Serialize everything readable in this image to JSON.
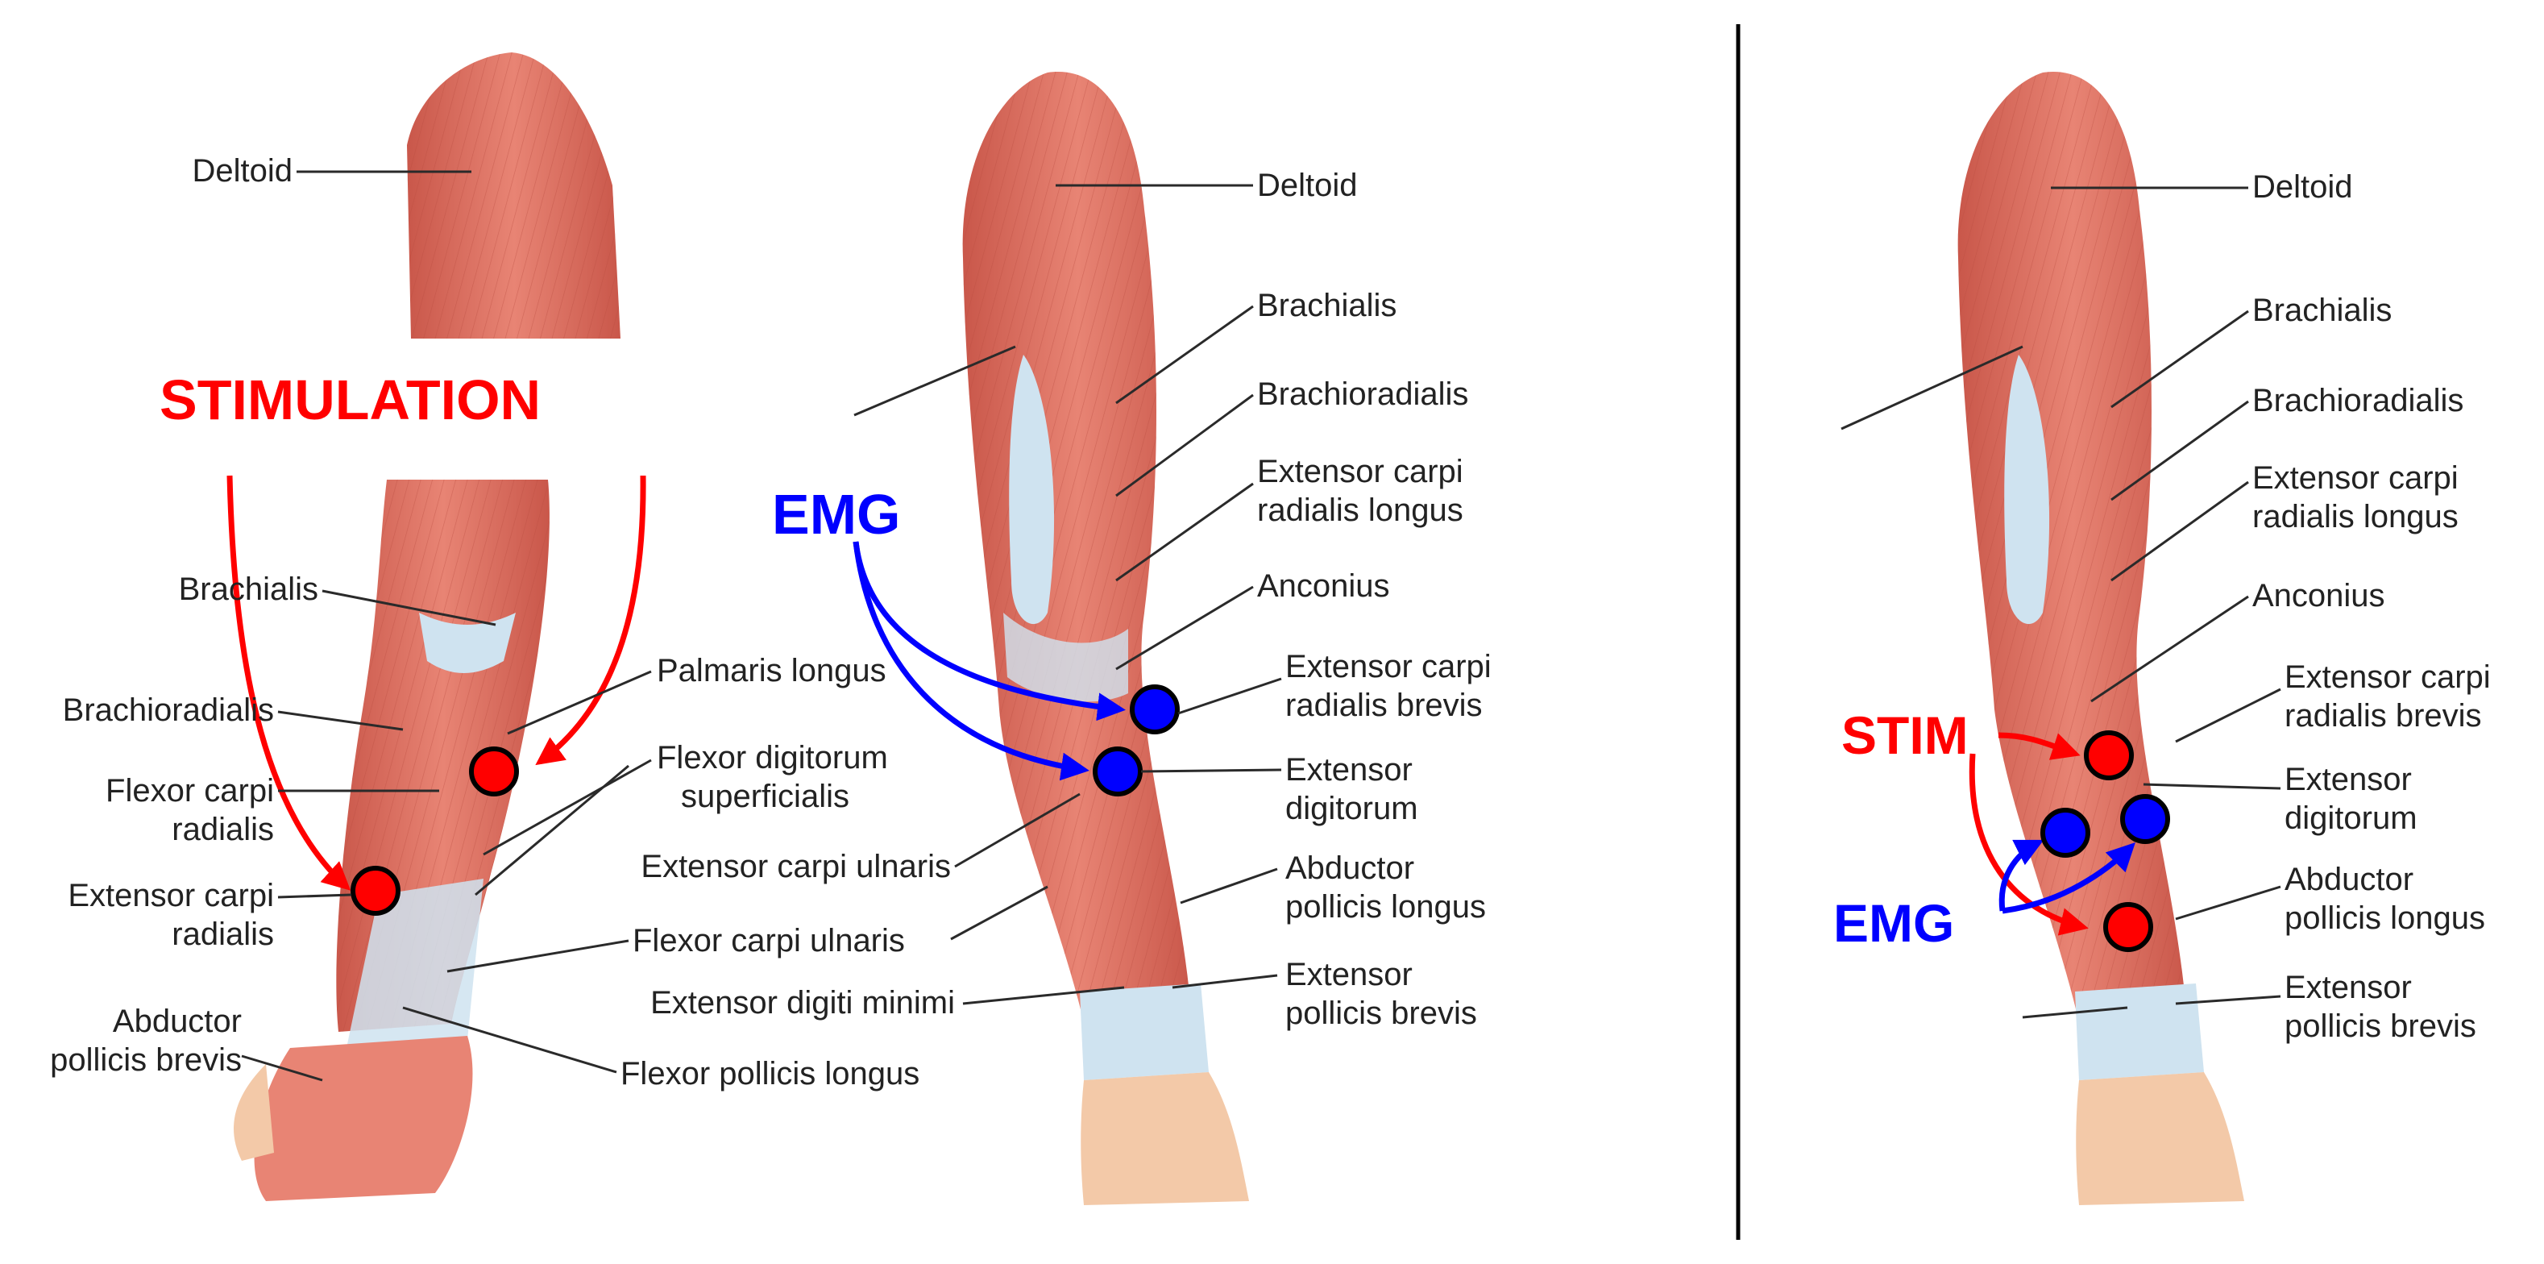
{
  "colors": {
    "muscle": "#e0705e",
    "muscle_dark": "#b94a3c",
    "tendon": "#cfe3f0",
    "skin": "#f3c9a8",
    "stimulation": "#ff0000",
    "emg": "#0000ff",
    "text": "#222222",
    "divider": "#000000"
  },
  "panel1": {
    "title": "STIMULATION",
    "labels": {
      "deltoid": "Deltoid",
      "brachialis": "Brachialis",
      "brachioradialis": "Brachioradialis",
      "flexor_carpi_radialis_1": "Flexor carpi",
      "flexor_carpi_radialis_2": "radialis",
      "extensor_carpi_radialis_1": "Extensor carpi",
      "extensor_carpi_radialis_2": "radialis",
      "abductor_pollicis_brevis_1": "Abductor",
      "abductor_pollicis_brevis_2": "pollicis brevis",
      "palmaris_longus": "Palmaris longus",
      "flexor_digitorum_1": "Flexor digitorum",
      "flexor_digitorum_2": "superficialis",
      "flexor_carpi_ulnaris": "Flexor carpi ulnaris",
      "flexor_pollicis_longus": "Flexor pollicis longus"
    }
  },
  "panel2": {
    "title": "EMG",
    "labels": {
      "deltoid": "Deltoid",
      "brachialis": "Brachialis",
      "brachioradialis": "Brachioradialis",
      "ecrl_1": "Extensor carpi",
      "ecrl_2": "radialis longus",
      "anconius": "Anconius",
      "ecrb_1": "Extensor carpi",
      "ecrb_2": "radialis brevis",
      "ext_digitorum_1": "Extensor",
      "ext_digitorum_2": "digitorum",
      "ext_carpi_ulnaris": "Extensor carpi ulnaris",
      "abductor_1": "Abductor",
      "abductor_2": "pollicis longus",
      "ext_digiti_minimi": "Extensor digiti minimi",
      "epb_1": "Extensor",
      "epb_2": "pollicis brevis"
    }
  },
  "panel3": {
    "stim_label": "STIM",
    "emg_label": "EMG",
    "labels": {
      "deltoid": "Deltoid",
      "brachialis": "Brachialis",
      "brachioradialis": "Brachioradialis",
      "ecrl_1": "Extensor carpi",
      "ecrl_2": "radialis longus",
      "anconius": "Anconius",
      "ecrb_1": "Extensor carpi",
      "ecrb_2": "radialis brevis",
      "ext_digitorum_1": "Extensor",
      "ext_digitorum_2": "digitorum",
      "abductor_1": "Abductor",
      "abductor_2": "pollicis longus",
      "epb_1": "Extensor",
      "epb_2": "pollicis brevis"
    }
  }
}
